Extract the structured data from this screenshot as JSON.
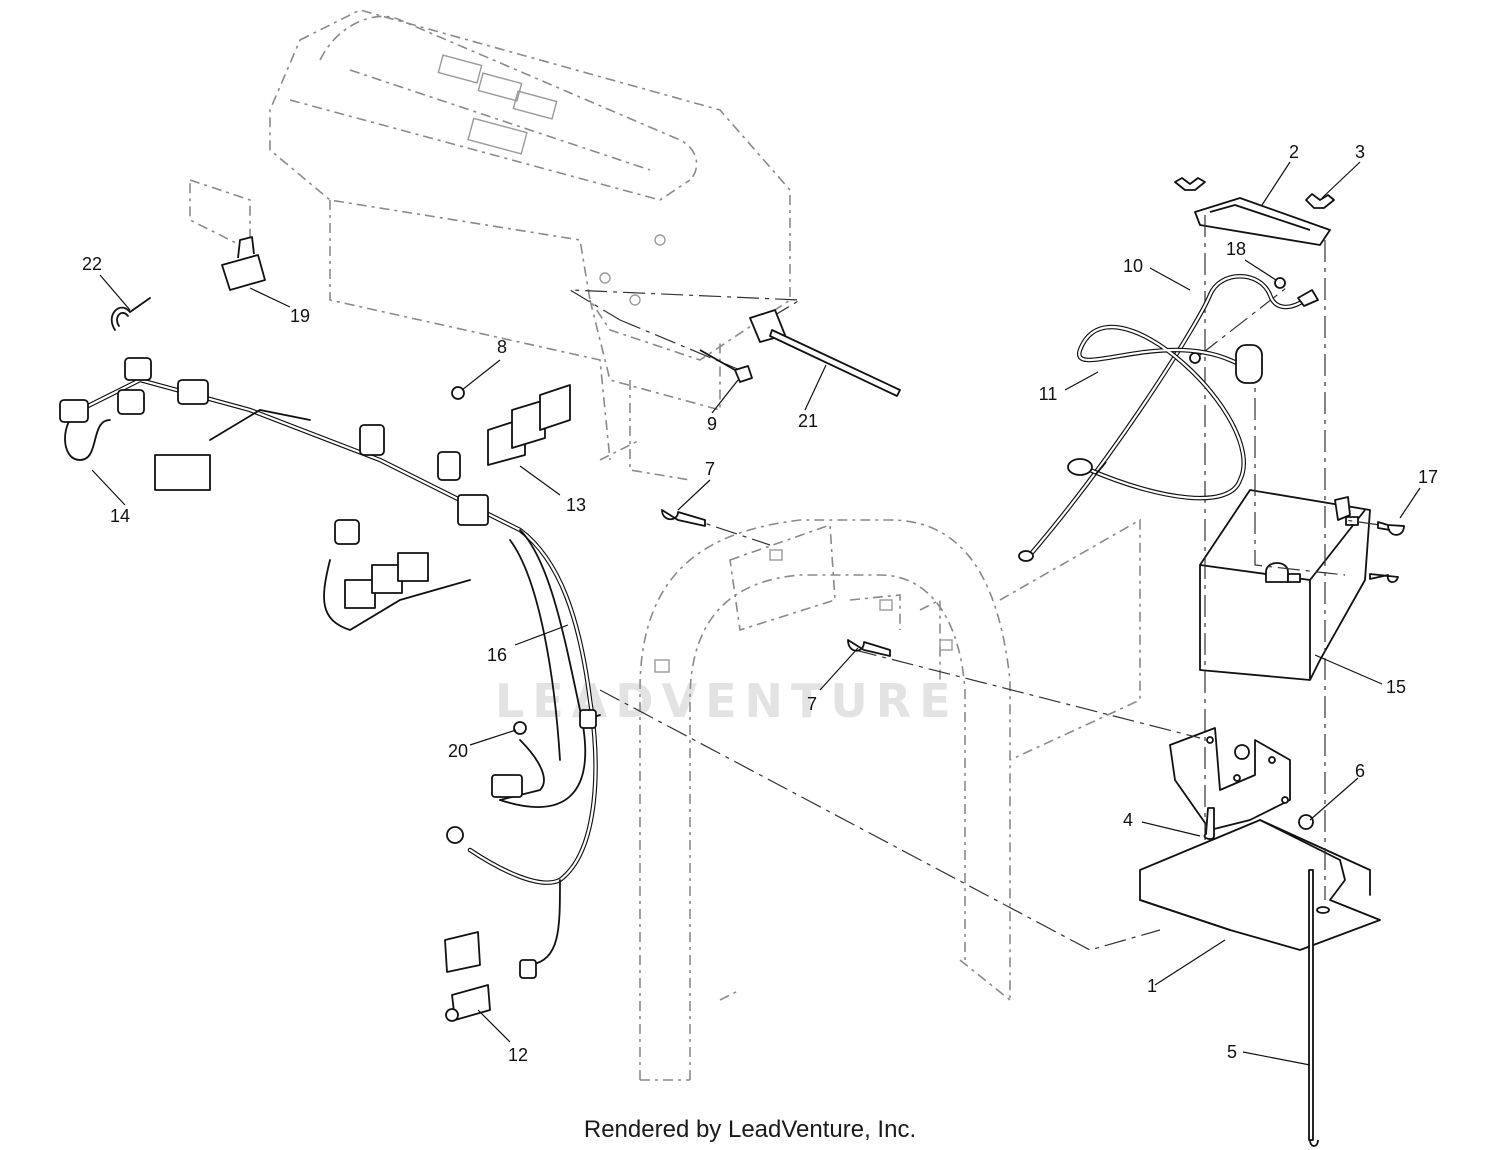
{
  "diagram": {
    "callouts": [
      {
        "label": "1"
      },
      {
        "label": "2"
      },
      {
        "label": "3"
      },
      {
        "label": "4"
      },
      {
        "label": "5"
      },
      {
        "label": "6"
      },
      {
        "label": "7"
      },
      {
        "label": "7"
      },
      {
        "label": "8"
      },
      {
        "label": "9"
      },
      {
        "label": "10"
      },
      {
        "label": "11"
      },
      {
        "label": "12"
      },
      {
        "label": "13"
      },
      {
        "label": "14"
      },
      {
        "label": "15"
      },
      {
        "label": "16"
      },
      {
        "label": "17"
      },
      {
        "label": "18"
      },
      {
        "label": "19"
      },
      {
        "label": "20"
      },
      {
        "label": "21"
      },
      {
        "label": "22"
      }
    ]
  },
  "watermark": "LEADVENTURE",
  "footer": "Rendered by LeadVenture, Inc."
}
